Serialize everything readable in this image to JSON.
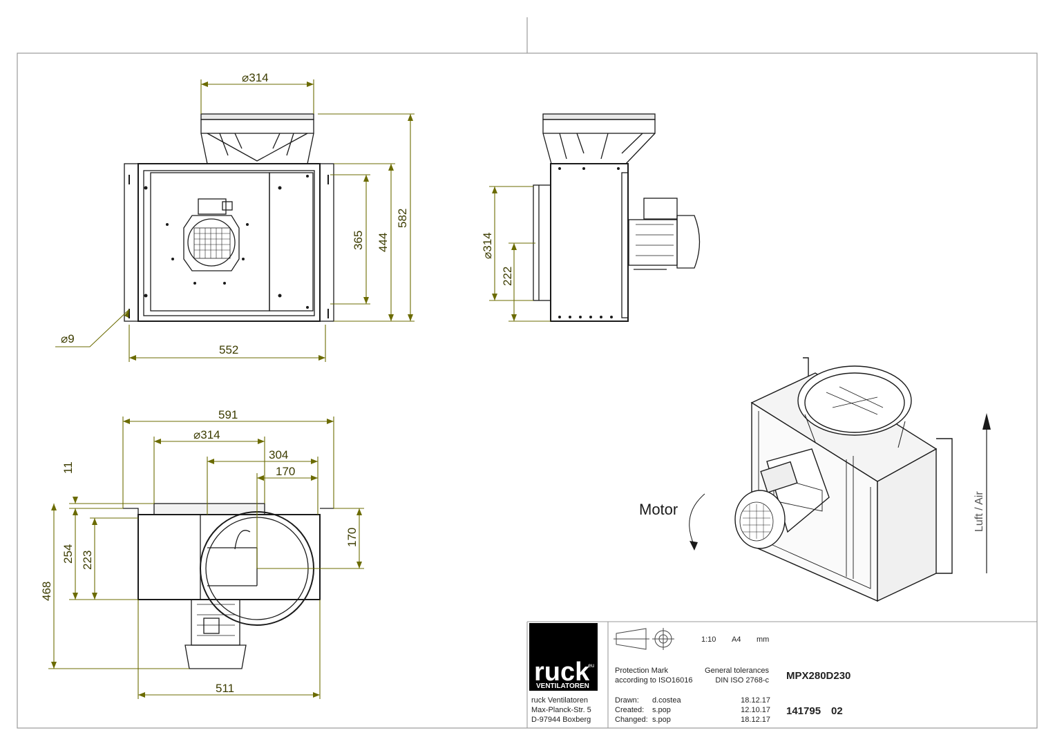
{
  "drawing": {
    "top_view": {
      "dim_inlet_diameter": "314",
      "dim_height_total": "582",
      "dim_height_frame": "444",
      "dim_height_holes": "365",
      "dim_hole_diameter": "9",
      "dim_width_holes": "552"
    },
    "side_view": {
      "dim_outlet_diameter": "314",
      "dim_outlet_height": "222"
    },
    "plan_view": {
      "dim_width_total": "591",
      "dim_inlet_diameter": "314",
      "dim_offset_304": "304",
      "dim_offset_170_h": "170",
      "dim_offset_11": "11",
      "dim_depth_254": "254",
      "dim_depth_223": "223",
      "dim_depth_468": "468",
      "dim_offset_170_v": "170",
      "dim_width_511": "511"
    },
    "iso_view": {
      "motor_label": "Motor",
      "air_label": "Luft / Air"
    }
  },
  "title_block": {
    "logo_text": "ruck",
    "logo_superscript": ".eu",
    "logo_sub": "VENTILATOREN",
    "company_name": "ruck Ventilatoren",
    "company_street": "Max-Planck-Str. 5",
    "company_city": "D-97944 Boxberg",
    "scale": "1:10",
    "paper": "A4",
    "unit": "mm",
    "protection_mark_line1": "Protection Mark",
    "protection_mark_line2": "according to ISO16016",
    "tolerances_line1": "General tolerances",
    "tolerances_line2": "DIN ISO 2768-c",
    "drawn_label": "Drawn:",
    "drawn_by": "d.costea",
    "drawn_date": "18.12.17",
    "created_label": "Created:",
    "created_by": "s.pop",
    "created_date": "12.10.17",
    "changed_label": "Changed:",
    "changed_by": "s.pop",
    "changed_date": "18.12.17",
    "model": "MPX280D230",
    "article_number": "141795",
    "revision": "02"
  },
  "colors": {
    "dimension": "#6b6b00",
    "line": "#1a1a1a",
    "border": "#9a9a9a"
  }
}
